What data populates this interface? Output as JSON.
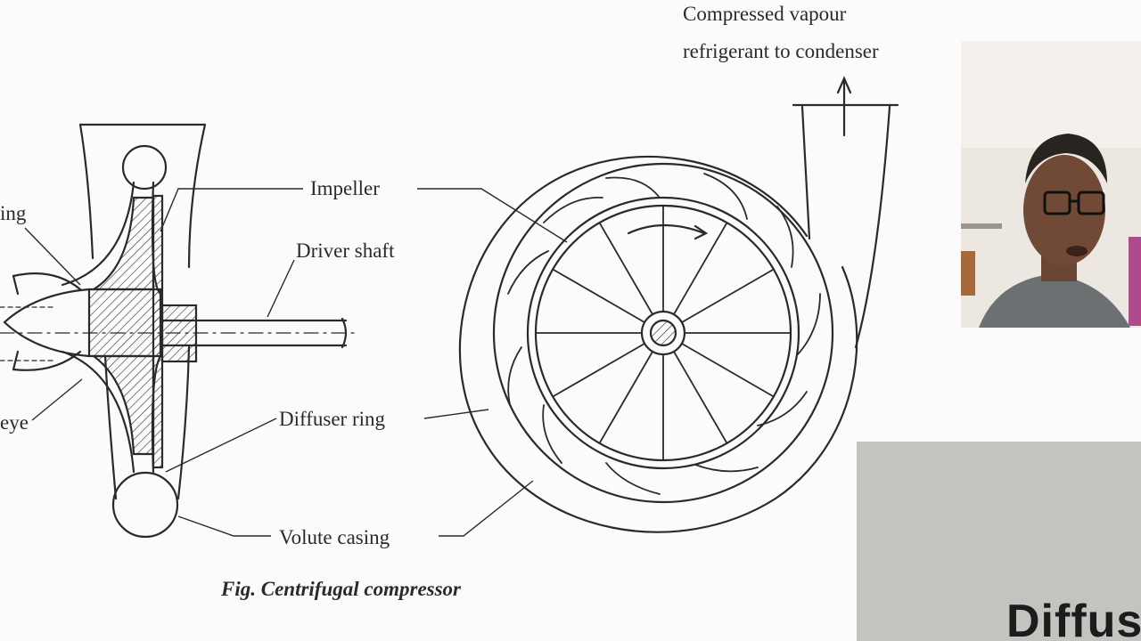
{
  "labels": {
    "impeller": "Impeller",
    "driver_shaft": "Driver shaft",
    "diffuser_ring": "Diffuser ring",
    "volute_casing": "Volute casing",
    "casing_partial": "ing",
    "eye_partial": "eye",
    "outlet_line1": "Compressed vapour",
    "outlet_line2": "refrigerant to condenser"
  },
  "caption": "Fig. Centrifugal compressor",
  "overlay": {
    "panel_text": "Diffus"
  },
  "colors": {
    "line": "#2a2a2a",
    "background": "#fbfbfb",
    "panel": "#c3c4c0"
  }
}
